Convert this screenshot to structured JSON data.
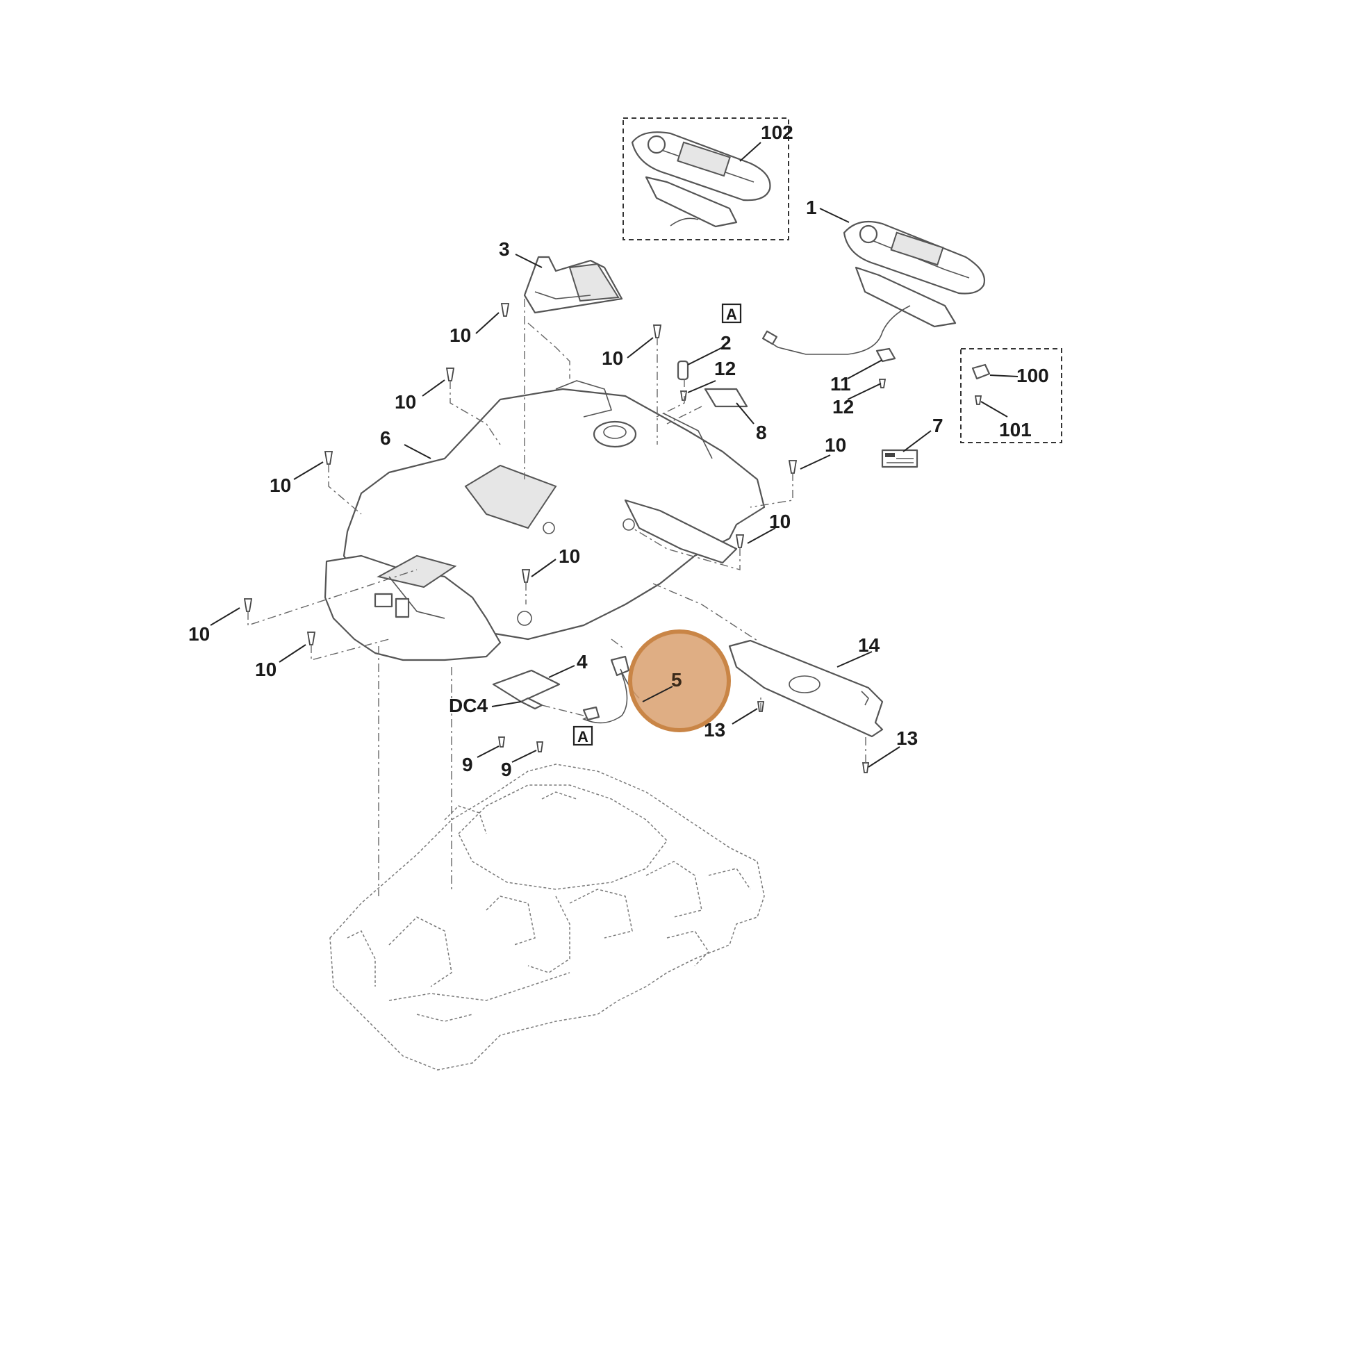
{
  "callouts": {
    "c102": "102",
    "c1": "1",
    "c3": "3",
    "c2": "2",
    "c12a": "12",
    "c12b": "12",
    "c11": "11",
    "c100": "100",
    "c101": "101",
    "c8": "8",
    "c7": "7",
    "c6": "6",
    "c10a": "10",
    "c10b": "10",
    "c10c": "10",
    "c10d": "10",
    "c10e": "10",
    "c10f": "10",
    "c10g": "10",
    "c10h": "10",
    "c10i": "10",
    "c4": "4",
    "cDC4": "DC4",
    "c5": "5",
    "c9a": "9",
    "c9b": "9",
    "c13a": "13",
    "c13b": "13",
    "c14": "14"
  },
  "ref_marks": {
    "a_top": "A",
    "a_bottom": "A"
  },
  "highlight": {
    "part": "5",
    "fill_color": "#d9a06e",
    "stroke_color": "#c98546"
  }
}
